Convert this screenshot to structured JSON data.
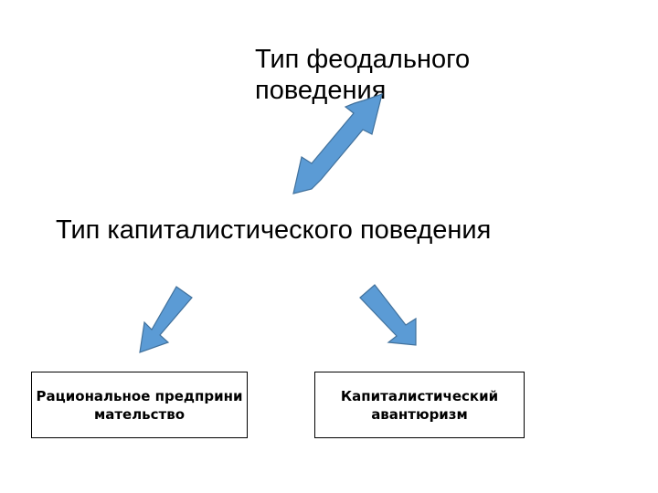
{
  "diagram": {
    "top_label": "Тип феодального поведения",
    "main_label": "Тип капиталистического поведения",
    "left_box": "Рациональное предпринимательство",
    "right_box": "Капиталистический авантюризм"
  },
  "colors": {
    "arrow_fill": "#5b9bd5",
    "arrow_stroke": "#41719c"
  }
}
